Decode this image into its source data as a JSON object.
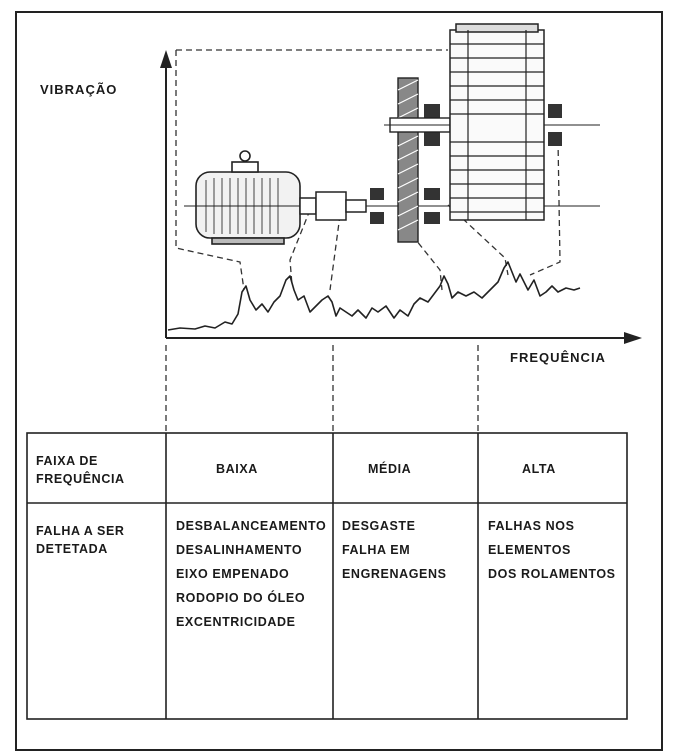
{
  "diagram": {
    "y_axis_label": "VIBRAÇÃO",
    "x_axis_label": "FREQUÊNCIA"
  },
  "table": {
    "header": {
      "row_label": "FAIXA DE\nFREQUÊNCIA",
      "low": "BAIXA",
      "mid": "MÉDIA",
      "high": "ALTA"
    },
    "row": {
      "row_label": "FALHA A SER\nDETETADA",
      "low": "DESBALANCEAMENTO\nDESALINHAMENTO\nEIXO EMPENADO\nRODOPIO DO ÓLEO\nEXCENTRICIDADE",
      "mid": "DESGASTE\nFALHA EM\nENGRENAGENS",
      "high": "FALHAS NOS\nELEMENTOS\nDOS ROLAMENTOS"
    }
  }
}
